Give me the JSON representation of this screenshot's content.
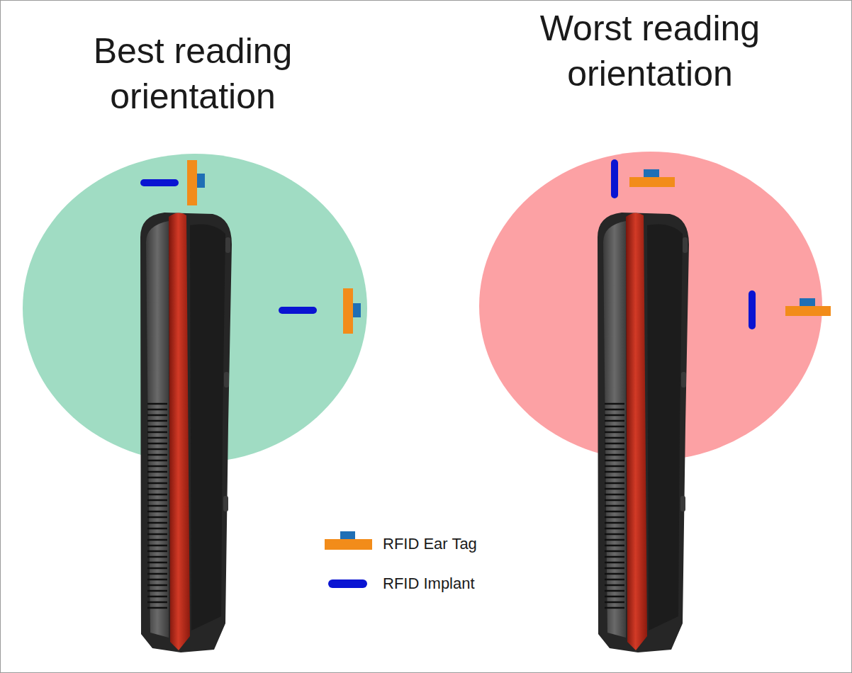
{
  "diagram": {
    "labels": [
      "Best reading orientation",
      "Worst reading orientation"
    ],
    "legend": [
      {
        "text": "RFID Ear Tag"
      },
      {
        "text": "RFID Implant",
        "color": "#0a14d2"
      }
    ]
  }
}
